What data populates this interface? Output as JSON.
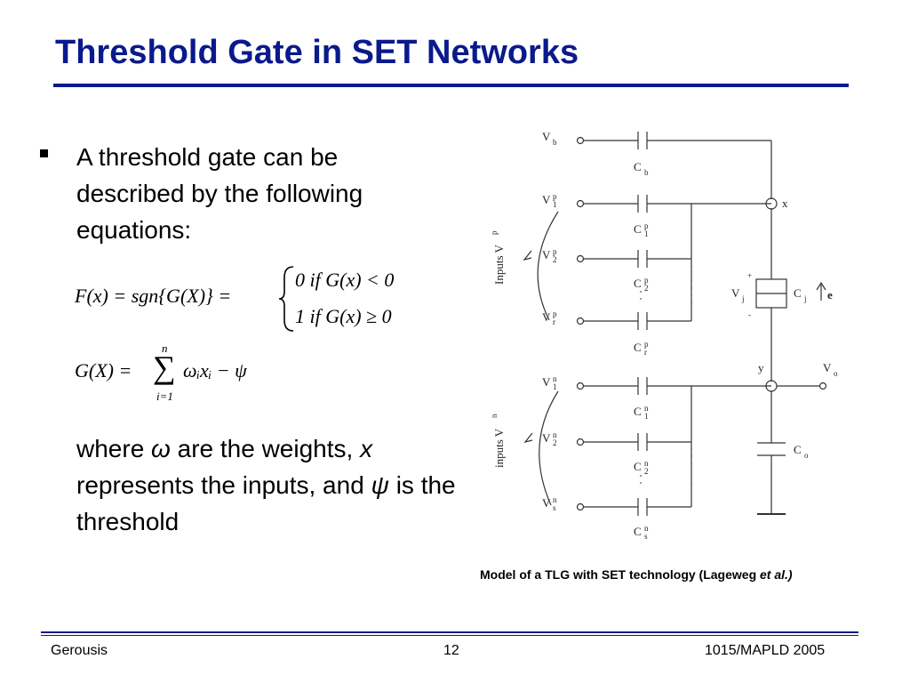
{
  "slide": {
    "title": "Threshold Gate in SET Networks",
    "bullet": "A threshold gate can be described by the following equations:",
    "where": {
      "prefix": "where ",
      "omega": "ω",
      "mid1": " are the weights, ",
      "x": "x",
      "mid2": " represents the inputs, and ",
      "psi": "ψ",
      "suffix": " is the threshold"
    }
  },
  "equations": {
    "f_lhs": "F(x) = sgn{G(X)} =",
    "case1": "0 if G(x) < 0",
    "case2": "1 if G(x) ≥ 0",
    "g_lhs": "G(X) =",
    "sum_top": "n",
    "sum_symbol": "∑",
    "sum_bottom": "i=1",
    "g_rhs": "ωᵢxᵢ − ψ"
  },
  "circuit": {
    "labels": {
      "vb": "V",
      "vb_sub": "b",
      "cb": "C",
      "cb_sub": "b",
      "v1p": "V",
      "v1p_sup": "p",
      "v1p_sub": "1",
      "v2p": "V",
      "v2p_sup": "p",
      "v2p_sub": "2",
      "vrp": "V",
      "vrp_sup": "p",
      "vrp_sub": "r",
      "c1p": "C",
      "c1p_sup": "p",
      "c1p_sub": "1",
      "c2p": "C",
      "c2p_sup": "p",
      "c2p_sub": "2",
      "crp": "C",
      "crp_sup": "p",
      "crp_sub": "r",
      "x": "x",
      "y": "y",
      "vj": "V",
      "vj_sub": "j",
      "cj": "C",
      "cj_sub": "j",
      "e": "e",
      "vo": "V",
      "vo_sub": "o",
      "co": "C",
      "co_sub": "o",
      "v1n": "V",
      "v1n_sup": "n",
      "v1n_sub": "1",
      "v2n": "V",
      "v2n_sup": "n",
      "v2n_sub": "2",
      "vsn": "V",
      "vsn_sup": "n",
      "vsn_sub": "s",
      "c1n": "C",
      "c1n_sup": "n",
      "c1n_sub": "1",
      "c2n": "C",
      "c2n_sup": "n",
      "c2n_sub": "2",
      "csn": "C",
      "csn_sup": "n",
      "csn_sub": "s",
      "inputs_p": "Inputs V",
      "inputs_p_sup": "p",
      "inputs_n": "inputs V",
      "inputs_n_sup": "n",
      "plus": "+",
      "minus": "-"
    }
  },
  "caption": {
    "text": "Model of a TLG with SET technology (Lageweg ",
    "italic": "et al.)"
  },
  "footer": {
    "left": "Gerousis",
    "center": "12",
    "right": "1015/MAPLD 2005"
  },
  "colors": {
    "title": "#0a1a8c"
  }
}
